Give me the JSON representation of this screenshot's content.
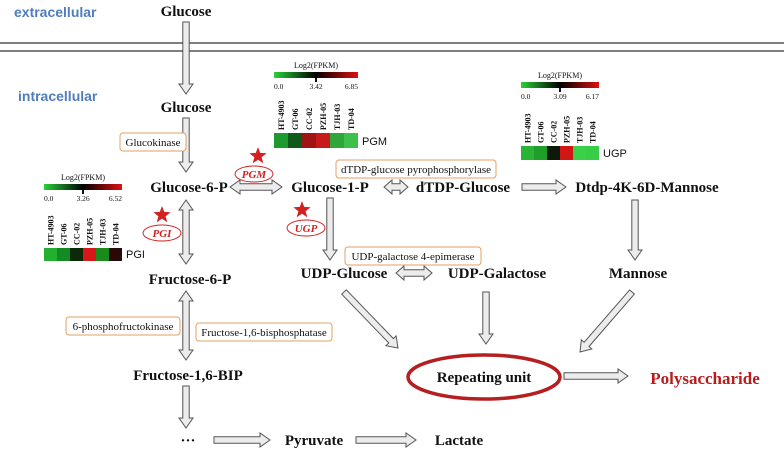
{
  "regions": {
    "extracellular": "extracellular",
    "intracellular": "intracellular"
  },
  "nodes": {
    "glucose_ext": "Glucose",
    "glucose_int": "Glucose",
    "g6p": "Glucose-6-P",
    "g1p": "Glucose-1-P",
    "dtdp_glucose": "dTDP-Glucose",
    "dtdp_4k": "Dtdp-4K-6D-Mannose",
    "f6p": "Fructose-6-P",
    "udp_glucose": "UDP-Glucose",
    "udp_galactose": "UDP-Galactose",
    "mannose": "Mannose",
    "f16bip": "Fructose-1,6-BIP",
    "dots": "···",
    "pyruvate": "Pyruvate",
    "lactate": "Lactate",
    "repeating_unit": "Repeating unit",
    "polysaccharide": "Polysaccharide"
  },
  "enzymes": {
    "glucokinase": "Glucokinase",
    "dtdp_pyro": "dTDP-glucose pyrophosphorylase",
    "udp_epimerase": "UDP-galactose 4-epimerase",
    "pfk": "6-phosphofructokinase",
    "fbp": "Fructose-1,6-bisphosphatase"
  },
  "badges": {
    "pgm": "PGM",
    "pgi": "PGI",
    "ugp": "UGP"
  },
  "heatmaps": {
    "samples": [
      "HT-4903",
      "GT-06",
      "CC-02",
      "PZH-05",
      "TJH-03",
      "TD-04"
    ],
    "pgm": {
      "title": "Log2(FPKM)",
      "gene": "PGM",
      "min": "0.0",
      "mid": "3.42",
      "max": "6.85",
      "cells": [
        "#1f9a2f",
        "#0f5a1a",
        "#a01414",
        "#c81a1a",
        "#2ea63a",
        "#3fc04c"
      ]
    },
    "pgi": {
      "title": "Log2(FPKM)",
      "gene": "PGI",
      "min": "0.0",
      "mid": "3.26",
      "max": "6.52",
      "cells": [
        "#23b031",
        "#138a22",
        "#0a2a0a",
        "#d81818",
        "#1a8a1a",
        "#2a0808"
      ]
    },
    "ugp": {
      "title": "Log2(FPKM)",
      "gene": "UGP",
      "min": "0.0",
      "mid": "3.09",
      "max": "6.17",
      "cells": [
        "#2ab436",
        "#1f9e2c",
        "#0b1a0b",
        "#d21616",
        "#39d14a",
        "#37cd46"
      ]
    }
  },
  "colors": {
    "region_label": "#4f7dbd",
    "badge_red": "#d42020",
    "final_red": "#b81c1c",
    "ellipse_red": "#b51f1f",
    "enzyme_box_border": "#e0a060",
    "arrow_gray": "#9a9a9a"
  }
}
